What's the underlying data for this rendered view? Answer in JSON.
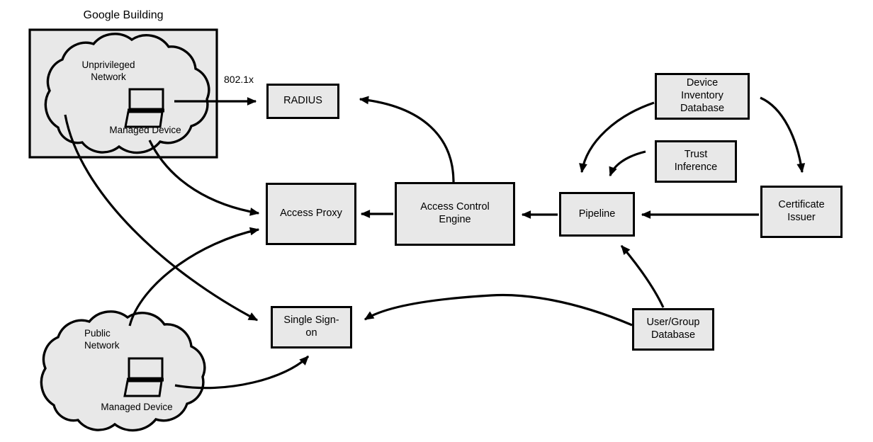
{
  "colors": {
    "node_fill": "#e8e8e8",
    "stroke": "#000000",
    "background": "#ffffff",
    "text": "#000000"
  },
  "building": {
    "title": "Google Building"
  },
  "clouds": {
    "unprivileged": {
      "title": "Unprivileged Network",
      "device_label": "Managed Device"
    },
    "public": {
      "title": "Public Network",
      "device_label": "Managed Device"
    }
  },
  "nodes": {
    "radius": "RADIUS",
    "access_proxy": "Access Proxy",
    "access_control_engine": "Access Control Engine",
    "pipeline": "Pipeline",
    "trust_inference": "Trust Inference",
    "device_inventory_database": "Device Inventory Database",
    "certificate_issuer": "Certificate Issuer",
    "single_sign_on": "Single Sign-on",
    "user_group_database": "User/Group Database"
  },
  "edges": [
    {
      "from": "managed-device-unprivileged",
      "to": "radius",
      "label": "802.1x"
    },
    {
      "from": "access-control-engine",
      "to": "radius",
      "label": ""
    },
    {
      "from": "access-control-engine",
      "to": "access-proxy",
      "label": ""
    },
    {
      "from": "pipeline",
      "to": "access-control-engine",
      "label": ""
    },
    {
      "from": "certificate-issuer",
      "to": "pipeline",
      "label": ""
    },
    {
      "from": "device-inventory-database",
      "to": "pipeline",
      "label": ""
    },
    {
      "from": "trust-inference",
      "to": "pipeline",
      "label": ""
    },
    {
      "from": "device-inventory-database",
      "to": "certificate-issuer",
      "label": ""
    },
    {
      "from": "user-group-database",
      "to": "pipeline",
      "label": ""
    },
    {
      "from": "user-group-database",
      "to": "single-sign-on",
      "label": ""
    },
    {
      "from": "managed-device-unprivileged",
      "to": "access-proxy",
      "label": ""
    },
    {
      "from": "managed-device-unprivileged",
      "to": "single-sign-on",
      "label": ""
    },
    {
      "from": "public-network",
      "to": "access-proxy",
      "label": ""
    },
    {
      "from": "managed-device-public",
      "to": "single-sign-on",
      "label": ""
    }
  ]
}
